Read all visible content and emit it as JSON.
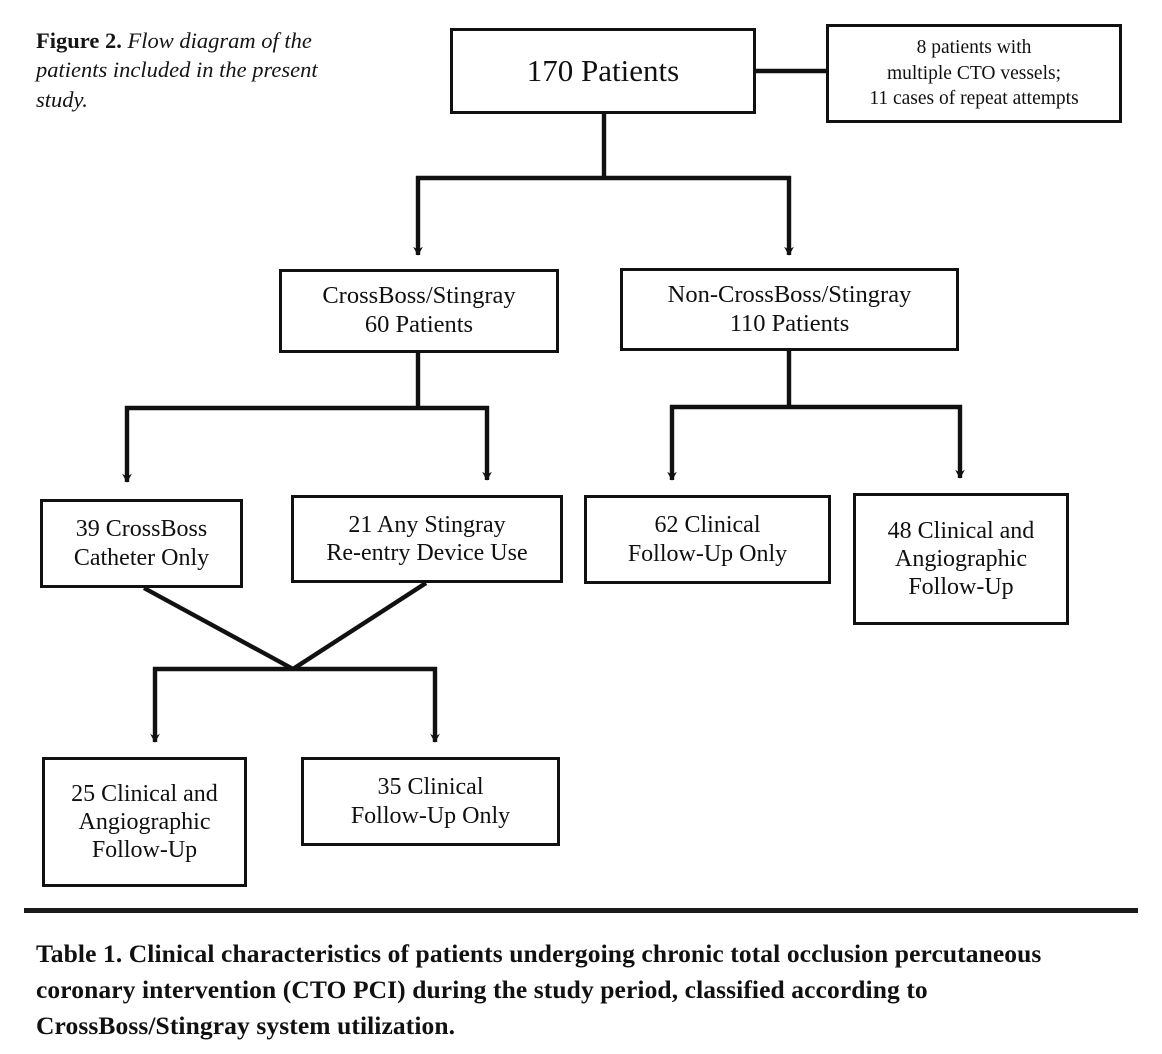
{
  "figure": {
    "caption_label": "Figure 2.",
    "caption_text": " Flow diagram of the patients included in the present study."
  },
  "diagram": {
    "nodes": {
      "total": "170 Patients",
      "excluded": "8 patients with\nmultiple CTO vessels;\n11 cases of repeat attempts",
      "crossboss_stingray": "CrossBoss/Stingray\n60 Patients",
      "non_crossboss_stingray": "Non-CrossBoss/Stingray\n110 Patients",
      "crossboss_catheter_only": "39 CrossBoss\nCatheter Only",
      "any_stingray_reentry": "21 Any Stingray\nRe-entry Device Use",
      "clinical_followup_62": "62 Clinical\nFollow-Up Only",
      "clinical_angiographic_48": "48 Clinical and\nAngiographic\nFollow-Up",
      "clinical_angiographic_25": "25 Clinical and\nAngiographic\nFollow-Up",
      "clinical_followup_35": "35 Clinical\nFollow-Up Only"
    }
  },
  "table_caption": {
    "text": "Table 1. Clinical characteristics of patients undergoing chronic total occlusion percutaneous coronary intervention (CTO PCI) during the study period, classified according to CrossBoss/Stingray system utilization."
  },
  "chart_data": {
    "type": "diagram",
    "title": "Flow diagram of the patients included in the present study",
    "nodes": [
      {
        "id": "total",
        "label": "170 Patients",
        "value": 170,
        "level": 0
      },
      {
        "id": "excluded",
        "label": "8 patients with multiple CTO vessels; 11 cases of repeat attempts",
        "values": [
          8,
          11
        ],
        "level": 0
      },
      {
        "id": "crossboss_stingray",
        "label": "CrossBoss/Stingray 60 Patients",
        "value": 60,
        "level": 1
      },
      {
        "id": "non_crossboss_stingray",
        "label": "Non-CrossBoss/Stingray 110 Patients",
        "value": 110,
        "level": 1
      },
      {
        "id": "crossboss_catheter_only",
        "label": "39 CrossBoss Catheter Only",
        "value": 39,
        "level": 2
      },
      {
        "id": "any_stingray_reentry",
        "label": "21 Any Stingray Re-entry Device Use",
        "value": 21,
        "level": 2
      },
      {
        "id": "clinical_followup_62",
        "label": "62 Clinical Follow-Up Only",
        "value": 62,
        "level": 2
      },
      {
        "id": "clinical_angiographic_48",
        "label": "48 Clinical and Angiographic Follow-Up",
        "value": 48,
        "level": 2
      },
      {
        "id": "clinical_angiographic_25",
        "label": "25 Clinical and Angiographic Follow-Up",
        "value": 25,
        "level": 3
      },
      {
        "id": "clinical_followup_35",
        "label": "35 Clinical Follow-Up Only",
        "value": 35,
        "level": 3
      }
    ],
    "edges": [
      {
        "from": "total",
        "to": "excluded",
        "arrow": false
      },
      {
        "from": "total",
        "to": "crossboss_stingray",
        "arrow": true
      },
      {
        "from": "total",
        "to": "non_crossboss_stingray",
        "arrow": true
      },
      {
        "from": "crossboss_stingray",
        "to": "crossboss_catheter_only",
        "arrow": true
      },
      {
        "from": "crossboss_stingray",
        "to": "any_stingray_reentry",
        "arrow": true
      },
      {
        "from": "non_crossboss_stingray",
        "to": "clinical_followup_62",
        "arrow": true
      },
      {
        "from": "non_crossboss_stingray",
        "to": "clinical_angiographic_48",
        "arrow": true
      },
      {
        "from": "crossboss_catheter_only",
        "to": "clinical_angiographic_25",
        "arrow": true
      },
      {
        "from": "crossboss_catheter_only",
        "to": "clinical_followup_35",
        "arrow": true
      },
      {
        "from": "any_stingray_reentry",
        "to": "clinical_angiographic_25",
        "arrow": true
      },
      {
        "from": "any_stingray_reentry",
        "to": "clinical_followup_35",
        "arrow": true
      }
    ],
    "colors": {
      "stroke": "#111111",
      "background": "#ffffff",
      "text": "#101010"
    }
  }
}
